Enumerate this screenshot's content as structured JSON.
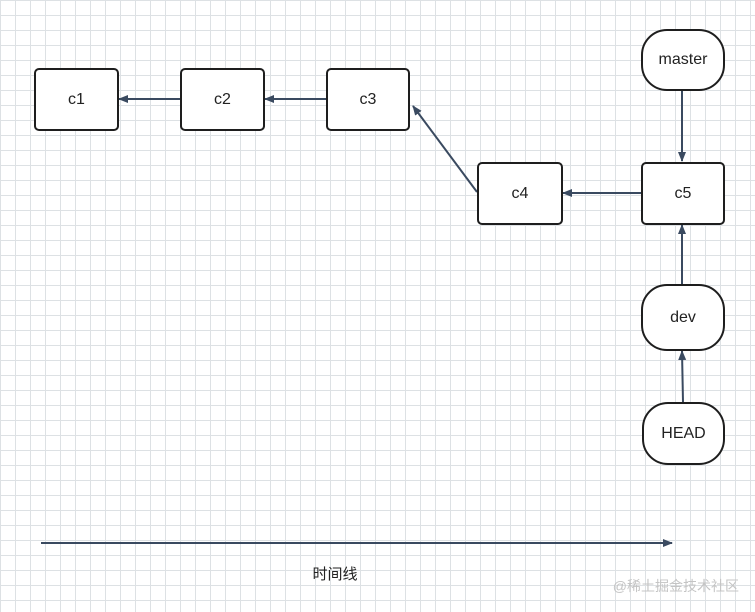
{
  "diagram": {
    "nodes": {
      "c1": "c1",
      "c2": "c2",
      "c3": "c3",
      "c4": "c4",
      "c5": "c5",
      "master": "master",
      "dev": "dev",
      "head": "HEAD"
    },
    "timeline_label": "时间线",
    "watermark": "@稀土掘金技术社区",
    "colors": {
      "edge": "#3a4a60",
      "node_border": "#1e1e1e",
      "grid": "#dde1e4"
    }
  }
}
